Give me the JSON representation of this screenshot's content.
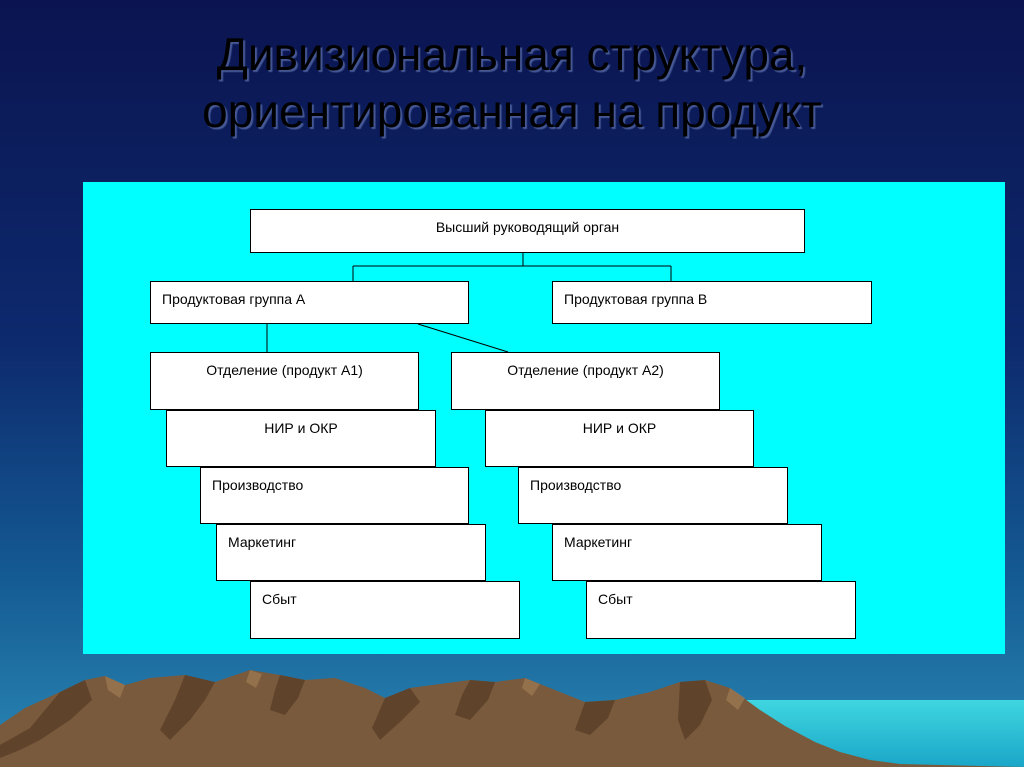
{
  "slide": {
    "title_line1": "Дивизиональная структура,",
    "title_line2": "ориентированная на продукт"
  },
  "org_chart": {
    "top": "Высший руководящий орган",
    "groups": [
      "Продуктовая группа А",
      "Продуктовая группа В"
    ],
    "column_a": {
      "division": "Отделение (продукт А1)",
      "rnd": "НИР и ОКР",
      "production": "Производство",
      "marketing": "Маркетинг",
      "sales": "Сбыт"
    },
    "column_b": {
      "division": "Отделение (продукт А2)",
      "rnd": "НИР и ОКР",
      "production": "Производство",
      "marketing": "Маркетинг",
      "sales": "Сбыт"
    }
  },
  "colors": {
    "panel": "#00ffff",
    "box": "#ffffff",
    "background_top": "#0b1450",
    "background_bottom": "#2a88b4",
    "mountains": "#7a5a3c"
  }
}
